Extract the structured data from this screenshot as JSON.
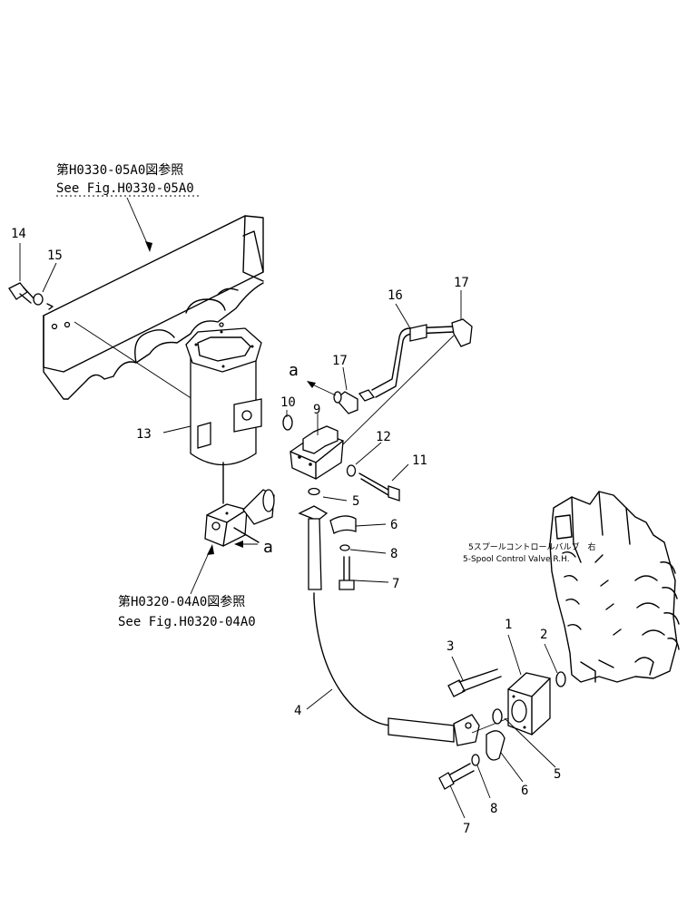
{
  "references": {
    "top_jp": "第H0330-05A0図参照",
    "top_en": "See Fig.H0330-05A0",
    "bottom_jp": "第H0320-04A0図参照",
    "bottom_en": "See Fig.H0320-04A0"
  },
  "valve_label": {
    "jp": "5スプールコントロールバルブ　右",
    "en": "5-Spool  Control  Valve  R.H."
  },
  "callouts": {
    "c1": "1",
    "c2": "2",
    "c3": "3",
    "c4": "4",
    "c5a": "5",
    "c5b": "5",
    "c6a": "6",
    "c6b": "6",
    "c7a": "7",
    "c7b": "7",
    "c8a": "8",
    "c8b": "8",
    "c9": "9",
    "c10": "10",
    "c11": "11",
    "c12": "12",
    "c13": "13",
    "c14": "14",
    "c15": "15",
    "c16": "16",
    "c17a": "17",
    "c17b": "17",
    "a1": "a",
    "a2": "a"
  }
}
